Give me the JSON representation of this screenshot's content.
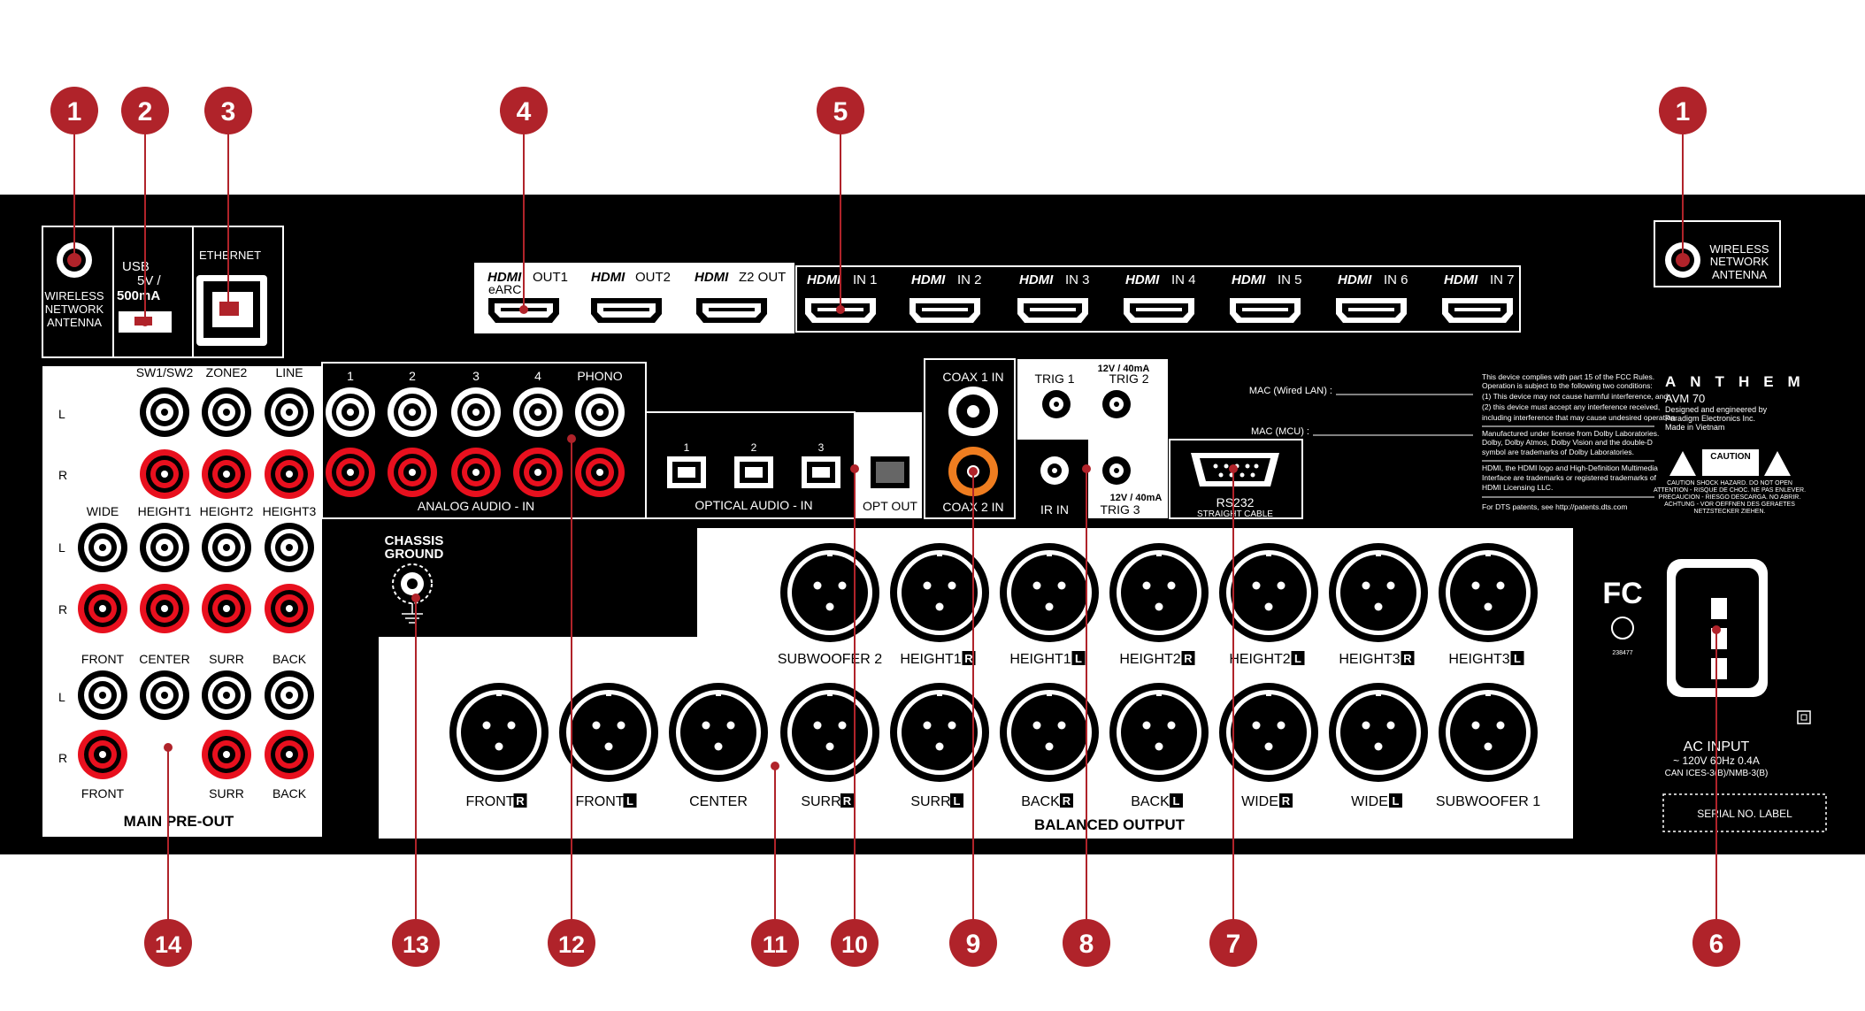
{
  "device": {
    "brand": "ANTHEM",
    "model": "AVM 70",
    "designed_lines": [
      "Designed and engineered by",
      "Paradigm Electronics Inc.",
      "Made in Vietnam"
    ]
  },
  "colors": {
    "panel": "#000000",
    "callout": "#b0232a",
    "rca_red": "#e8101e",
    "coax_orange": "#ef7d20",
    "label_bg": "#ffffff"
  },
  "callouts": [
    {
      "id": "1a",
      "number": "1"
    },
    {
      "id": "2",
      "number": "2"
    },
    {
      "id": "3",
      "number": "3"
    },
    {
      "id": "4",
      "number": "4"
    },
    {
      "id": "5",
      "number": "5"
    },
    {
      "id": "1b",
      "number": "1"
    },
    {
      "id": "14",
      "number": "14"
    },
    {
      "id": "13",
      "number": "13"
    },
    {
      "id": "12",
      "number": "12"
    },
    {
      "id": "11",
      "number": "11"
    },
    {
      "id": "10",
      "number": "10"
    },
    {
      "id": "9",
      "number": "9"
    },
    {
      "id": "8",
      "number": "8"
    },
    {
      "id": "7",
      "number": "7"
    },
    {
      "id": "6",
      "number": "6"
    }
  ],
  "labels": {
    "wireless": [
      "WIRELESS",
      "NETWORK",
      "ANTENNA"
    ],
    "usb": [
      "USB",
      "5V /",
      "500mA"
    ],
    "ethernet": "ETHERNET",
    "hdmi_brand": "HDMI",
    "hdmi_out1": "OUT1",
    "earc": "eARC",
    "hdmi_out2": "OUT2",
    "hdmi_z2": "Z2 OUT",
    "hdmi_in": [
      "IN 1",
      "IN 2",
      "IN 3",
      "IN 4",
      "IN 5",
      "IN 6",
      "IN 7"
    ],
    "analog_top": [
      "1",
      "2",
      "3",
      "4",
      "PHONO"
    ],
    "analog_title": "ANALOG AUDIO - IN",
    "optical_nums": [
      "1",
      "2",
      "3"
    ],
    "optical_title": "OPTICAL AUDIO - IN",
    "opt_out": "OPT OUT",
    "coax1": "COAX 1 IN",
    "coax2": "COAX 2 IN",
    "trig1": "TRIG 1",
    "trig2": "TRIG 2",
    "trig3": "TRIG 3",
    "trig_spec": "12V / 40mA",
    "ir_in": "IR IN",
    "rs232": "RS232",
    "straight": "STRAIGHT CABLE",
    "mac_wired": "MAC (Wired LAN) :",
    "mac_mcu": "MAC (MCU) :",
    "fcc_text": [
      "This device complies with part 15 of the FCC Rules.",
      "Operation is subject to the following two conditions:",
      "(1) This device may not cause harmful interference, and",
      "(2) this device must accept any interference  received,",
      "including interference that may cause undesired operation."
    ],
    "dolby_text": [
      "Manufactured under license from Dolby Laboratories.",
      "Dolby, Dolby Atmos, Dolby Vision and the double-D",
      "symbol are trademarks of Dolby Laboratories."
    ],
    "hdmi_text": [
      "HDMI, the HDMI logo and High-Definition Multimedia",
      "Interface are trademarks or registered trademarks of",
      "HDMI Licensing LLC."
    ],
    "dts_text": "For DTS patents, see http://patents.dts.com",
    "caution": "CAUTION",
    "caution_lines": [
      "CAUTION     SHOCK HAZARD. DO NOT OPEN",
      "ATTENTION - RISQUE DE CHOC. NE PAS ENLEVER.",
      "PRECAUCION - RIESGO DESCARGA. NO ABRIR.",
      "ACHTUNG - VOR OEFFNEN DES GERAETES",
      "NETZSTECKER ZIEHEN."
    ],
    "fc": "FC",
    "csa_num": "238477",
    "ac_input": "AC INPUT",
    "ac_rating": "~ 120V  60Hz  0.4A",
    "can_ices": "CAN ICES-3(B)/NMB-3(B)",
    "serial": "SERIAL NO. LABEL",
    "chassis": [
      "CHASSIS",
      "GROUND"
    ],
    "preout_top": [
      "SW1/SW2",
      "ZONE2",
      "LINE"
    ],
    "preout_mid": [
      "WIDE",
      "HEIGHT1",
      "HEIGHT2",
      "HEIGHT3"
    ],
    "preout_bot": [
      "FRONT",
      "CENTER",
      "SURR",
      "BACK"
    ],
    "preout_bottom_labels": [
      "FRONT",
      "SURR",
      "BACK"
    ],
    "row_L": "L",
    "row_R": "R",
    "main_preout": "MAIN PRE-OUT",
    "xlr_top": [
      {
        "text": "SUBWOOFER 2",
        "tag": ""
      },
      {
        "text": "HEIGHT1",
        "tag": "R"
      },
      {
        "text": "HEIGHT1",
        "tag": "L"
      },
      {
        "text": "HEIGHT2",
        "tag": "R"
      },
      {
        "text": "HEIGHT2",
        "tag": "L"
      },
      {
        "text": "HEIGHT3",
        "tag": "R"
      },
      {
        "text": "HEIGHT3",
        "tag": "L"
      }
    ],
    "xlr_bot": [
      {
        "text": "FRONT",
        "tag": "R"
      },
      {
        "text": "FRONT",
        "tag": "L"
      },
      {
        "text": "CENTER",
        "tag": ""
      },
      {
        "text": "SURR",
        "tag": "R"
      },
      {
        "text": "SURR",
        "tag": "L"
      },
      {
        "text": "BACK",
        "tag": "R"
      },
      {
        "text": "BACK",
        "tag": "L"
      },
      {
        "text": "WIDE",
        "tag": "R"
      },
      {
        "text": "WIDE",
        "tag": "L"
      },
      {
        "text": "SUBWOOFER 1",
        "tag": ""
      }
    ],
    "balanced": "BALANCED OUTPUT"
  }
}
